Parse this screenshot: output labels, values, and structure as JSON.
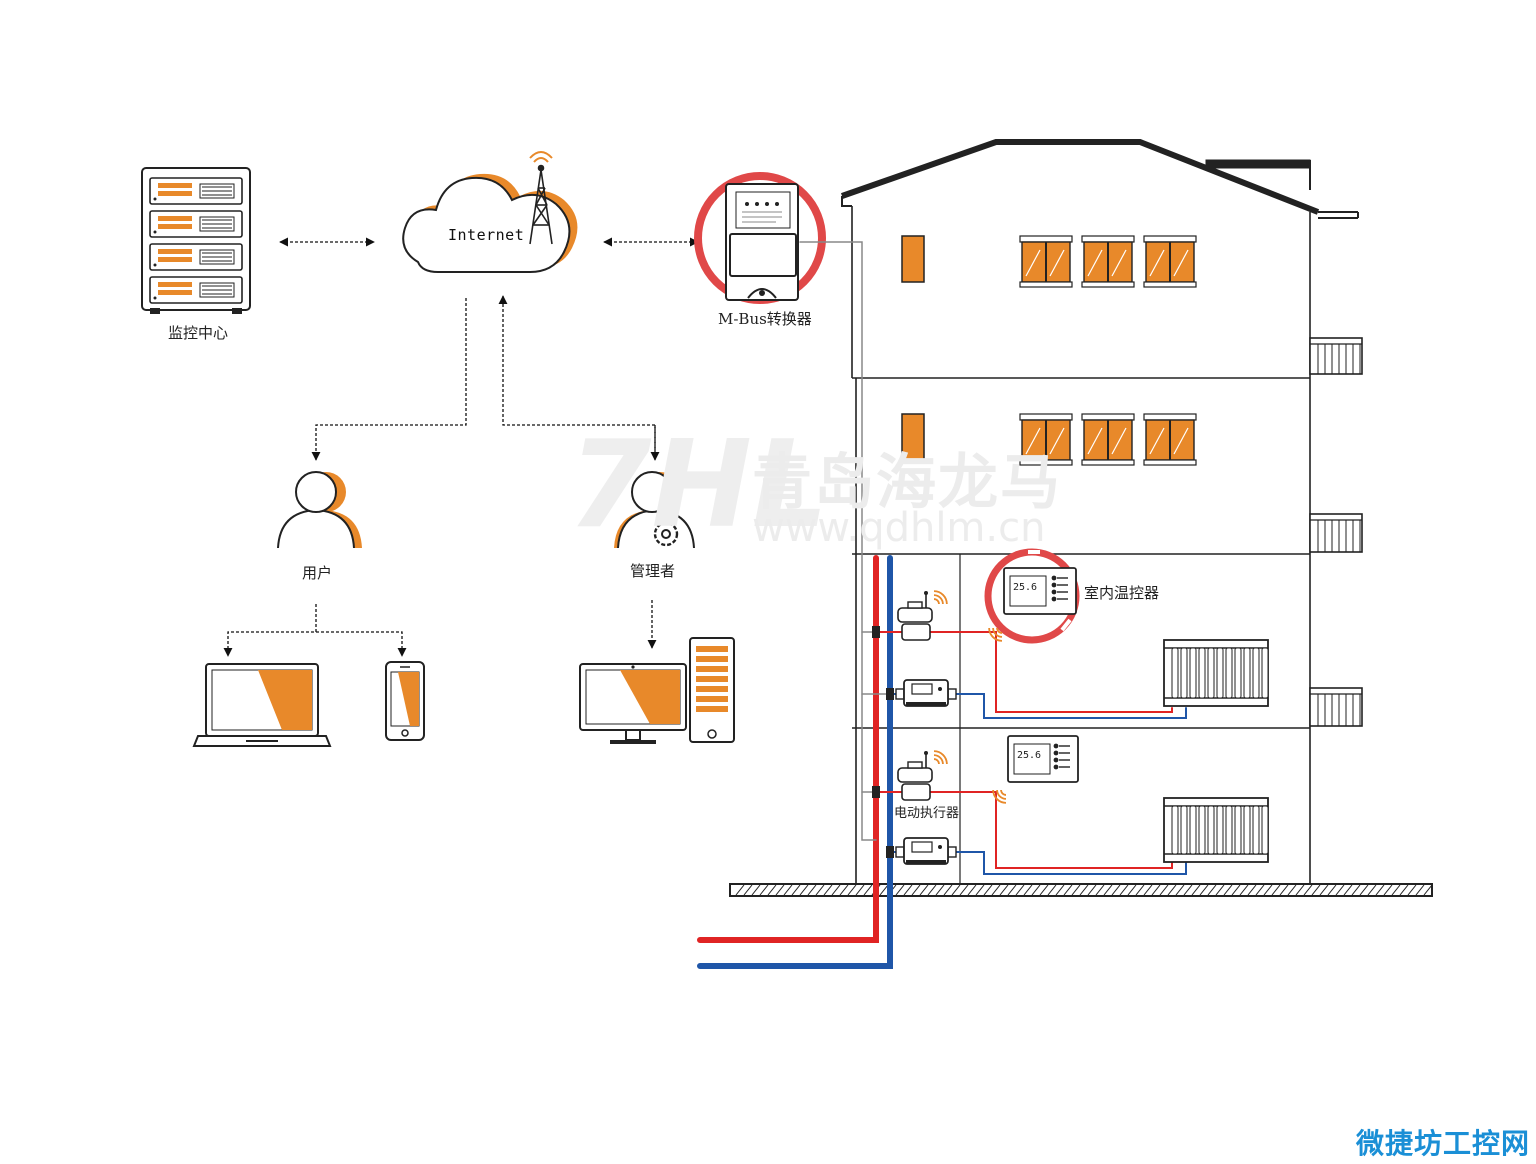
{
  "labels": {
    "monitoring_center": "监控中心",
    "internet": "Internet",
    "mbus_converter": "M-Bus转换器",
    "user": "用户",
    "admin": "管理者",
    "room_thermostat": "室内温控器",
    "electric_actuator": "电动执行器"
  },
  "watermark": {
    "logo": "7HL",
    "company": "青岛海龙马",
    "url": "www.qdhlm.cn"
  },
  "corner_watermark": "微捷坊工控网",
  "thermostat_readout": "25.6",
  "colors": {
    "accent": "#e8892a",
    "supply_pipe": "#e02424",
    "return_pipe": "#1f56a8",
    "highlight_ring": "#e04848",
    "line": "#222222"
  }
}
